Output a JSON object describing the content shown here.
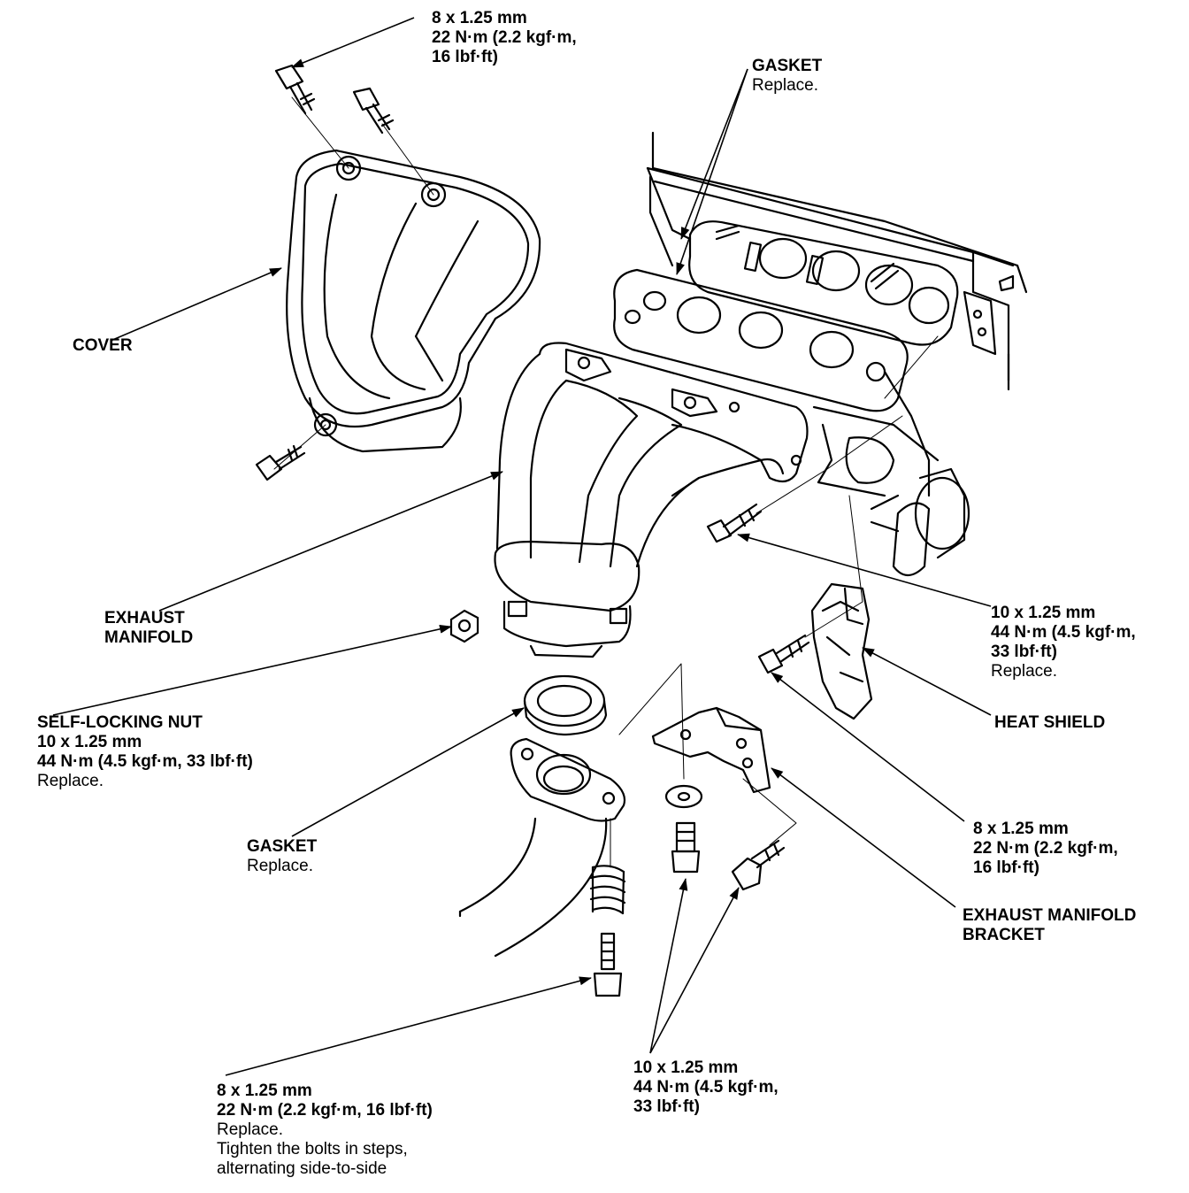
{
  "labels": {
    "top_bolt": {
      "lines": [
        "8 x 1.25 mm",
        "22 N·m (2.2 kgf·m,",
        "16 lbf·ft)"
      ]
    },
    "gasket_top": {
      "name": "GASKET",
      "note": "Replace."
    },
    "cover": {
      "name": "COVER"
    },
    "exhaust_manifold": {
      "lines": [
        "EXHAUST",
        "MANIFOLD"
      ]
    },
    "self_locking_nut": {
      "name": "SELF-LOCKING NUT",
      "lines": [
        "10 x 1.25 mm",
        "44 N·m (4.5 kgf·m, 33 lbf·ft)"
      ],
      "note": "Replace."
    },
    "gasket_lower": {
      "name": "GASKET",
      "note": "Replace."
    },
    "right_bolt_10": {
      "lines": [
        "10 x 1.25 mm",
        "44 N·m (4.5 kgf·m,",
        "33 lbf·ft)"
      ],
      "note": "Replace."
    },
    "heat_shield": {
      "name": "HEAT SHIELD"
    },
    "right_bolt_8": {
      "lines": [
        "8 x 1.25 mm",
        "22 N·m (2.2 kgf·m,",
        "16 lbf·ft)"
      ]
    },
    "bracket": {
      "lines": [
        "EXHAUST MANIFOLD",
        "BRACKET"
      ]
    },
    "bottom_bolt_8": {
      "lines": [
        "8 x 1.25 mm",
        "22 N·m (2.2 kgf·m, 16 lbf·ft)"
      ],
      "notes": [
        "Replace.",
        "Tighten the bolts in steps,",
        "alternating side-to-side"
      ]
    },
    "bottom_bolt_10": {
      "lines": [
        "10 x 1.25 mm",
        "44 N·m (4.5 kgf·m,",
        "33 lbf·ft)"
      ]
    }
  },
  "colors": {
    "ink": "#000000",
    "paper": "#ffffff"
  }
}
